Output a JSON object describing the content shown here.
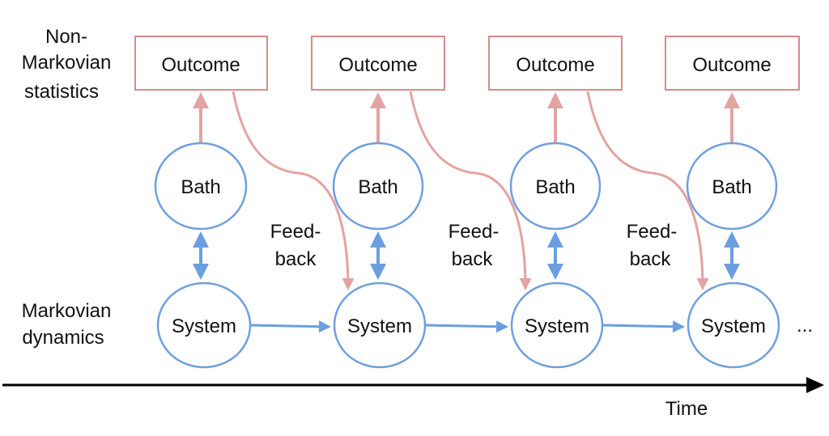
{
  "labels": {
    "top_left": [
      "Non-",
      "Markovian",
      "statistics"
    ],
    "bottom_left": [
      "Markovian",
      "dynamics"
    ],
    "time": "Time",
    "ellipsis": "..."
  },
  "nodes": {
    "outcome": "Outcome",
    "bath": "Bath",
    "system": "System"
  },
  "feedback": [
    "Feed-",
    "back"
  ],
  "colors": {
    "blue": "#6fa0dc",
    "blue_arrow": "#6a9ee0",
    "red": "#e3a3a3",
    "red_stroke": "#d98a8a",
    "axis": "#000000"
  }
}
